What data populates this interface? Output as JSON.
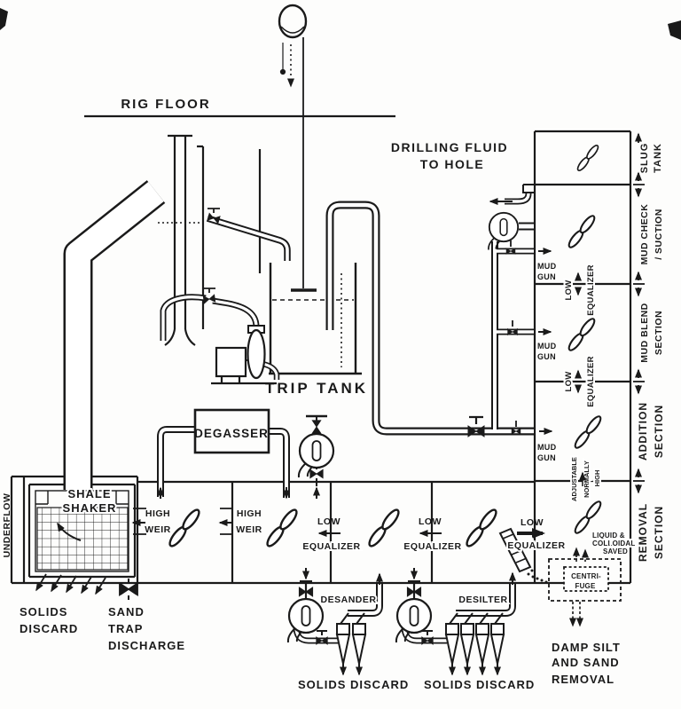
{
  "colors": {
    "ink": "#1a1a1a",
    "paper": "#fdfdfc"
  },
  "labels": {
    "rig_floor": "RIG FLOOR",
    "drilling_fluid": {
      "l1": "DRILLING FLUID",
      "l2": "TO HOLE"
    },
    "trip_tank": "TRIP TANK",
    "degasser": "DEGASSER",
    "shale_shaker": {
      "l1": "SHALE",
      "l2": "SHAKER"
    },
    "underflow": "UNDERFLOW",
    "shaker_solids_discard": {
      "l1": "SOLIDS",
      "l2": "DISCARD"
    },
    "sand_trap": {
      "l1": "SAND",
      "l2": "TRAP",
      "l3": "DISCHARGE"
    },
    "high_weir": {
      "l1": "HIGH",
      "l2": "WEIR"
    },
    "low_equalizer": {
      "l1": "LOW",
      "l2": "EQUALIZER"
    },
    "mud_gun": {
      "l1": "MUD",
      "l2": "GUN"
    },
    "desander": "DESANDER",
    "desilter": "DESILTER",
    "solids_discard": "SOLIDS DISCARD",
    "centrifuge": {
      "l1": "CENTRI-",
      "l2": "FUGE"
    },
    "liquid_colloidal": {
      "l1": "LIQUID &",
      "l2": "COLLOIDAL",
      "l3": "SAVED"
    },
    "damp_silt": {
      "l1": "DAMP SILT",
      "l2": "AND SAND",
      "l3": "REMOVAL"
    },
    "adjustable_weir": {
      "l1": "ADJUSTABLE",
      "l2": "NORMALLY",
      "l3": "HIGH"
    },
    "sections": {
      "slug_tank": {
        "l1": "SLUG",
        "l2": "TANK"
      },
      "mud_check_suction": {
        "l1": "MUD CHECK",
        "l2": "/ SUCTION"
      },
      "mud_blend": {
        "l1": "MUD BLEND",
        "l2": "SECTION"
      },
      "addition": {
        "l1": "ADDITION",
        "l2": "SECTION"
      },
      "removal": {
        "l1": "REMOVAL",
        "l2": "SECTION"
      }
    }
  }
}
